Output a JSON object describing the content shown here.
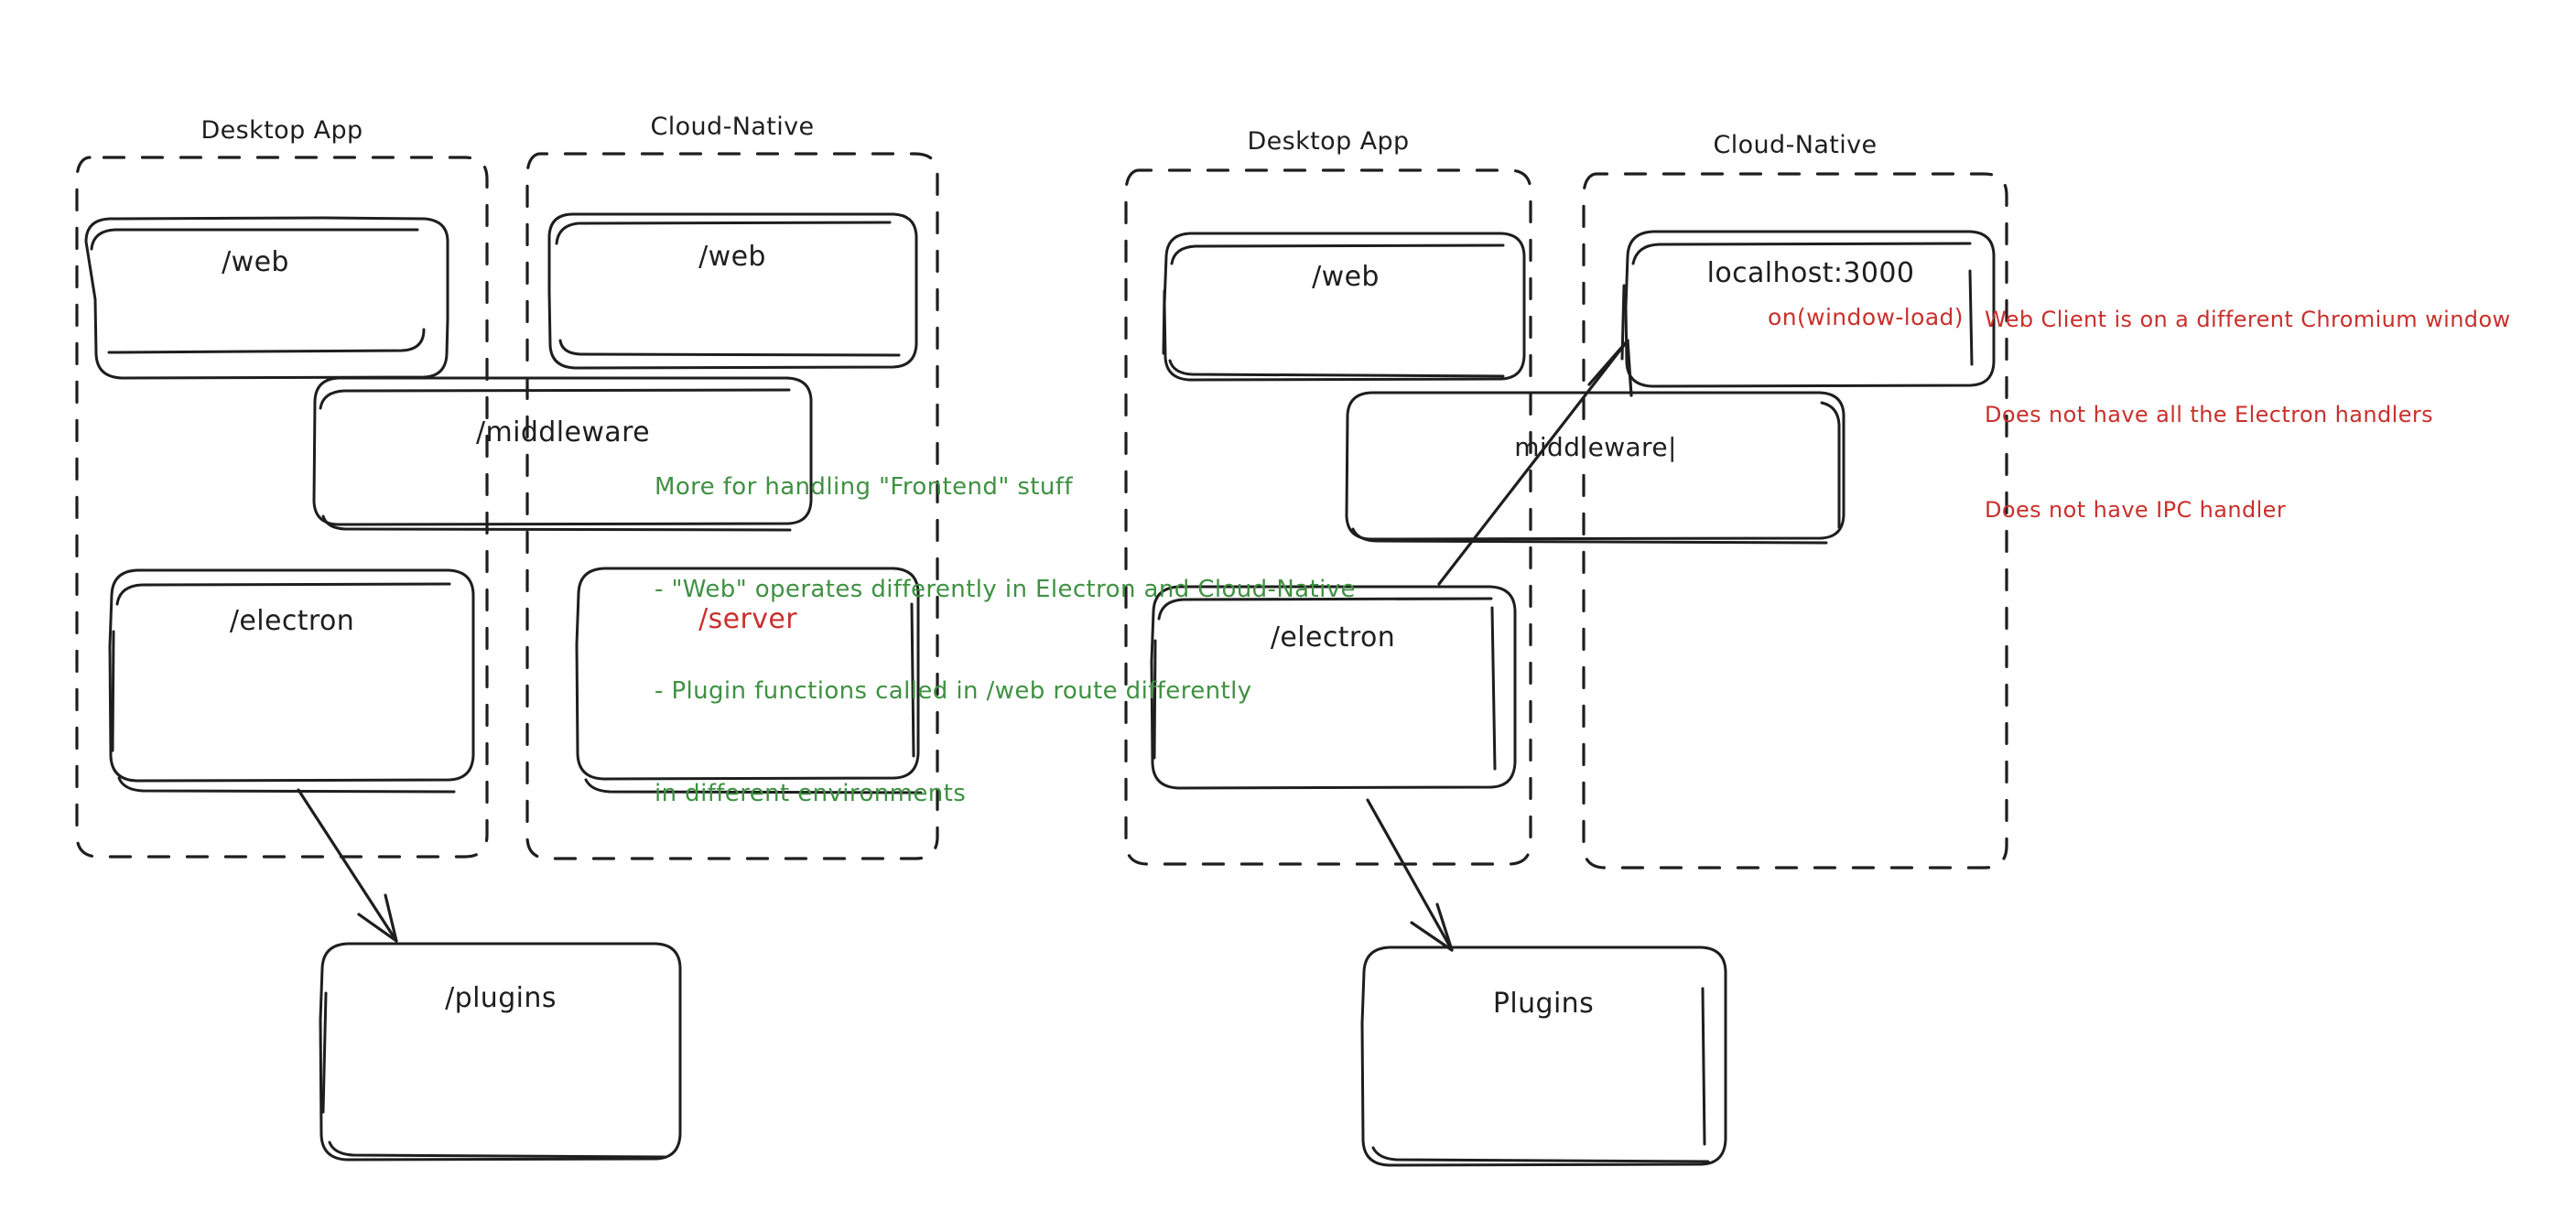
{
  "diagram": {
    "title": "Electron vs Cloud-Native architecture sketch",
    "style": "hand-drawn",
    "colors": {
      "stroke": "#1e1e1e",
      "red": "#c9302c",
      "green": "#3f9142",
      "background": "#ffffff"
    }
  },
  "left_diagram": {
    "groups": [
      {
        "title": "Desktop App"
      },
      {
        "title": "Cloud-Native"
      }
    ],
    "boxes": [
      {
        "label": "/web",
        "color": "#1e1e1e"
      },
      {
        "label": "/web",
        "color": "#1e1e1e"
      },
      {
        "label": "/middleware",
        "color": "#1e1e1e"
      },
      {
        "label": "/electron",
        "color": "#1e1e1e"
      },
      {
        "label": "/server",
        "color": "#c9302c"
      },
      {
        "label": "/plugins",
        "color": "#1e1e1e"
      }
    ],
    "note_green": {
      "lines": [
        "More for handling \"Frontend\" stuff",
        "- \"Web\" operates differently in Electron and Cloud-Native",
        "- Plugin functions called in /web route differently",
        "in different environments"
      ],
      "color": "#3f9142"
    }
  },
  "right_diagram": {
    "groups": [
      {
        "title": "Desktop App"
      },
      {
        "title": "Cloud-Native"
      }
    ],
    "boxes": [
      {
        "label": "/web",
        "color": "#1e1e1e"
      },
      {
        "label": "localhost:3000",
        "color": "#1e1e1e",
        "sub_label": "on(window-load)",
        "sub_color": "#c9302c"
      },
      {
        "label": "middleware|",
        "color": "#1e1e1e"
      },
      {
        "label": "/electron",
        "color": "#1e1e1e"
      },
      {
        "label": "Plugins",
        "color": "#1e1e1e"
      }
    ],
    "note_red": {
      "lines": [
        "Web Client is on a different Chromium window",
        "Does not have all the Electron handlers",
        "Does not have IPC handler"
      ],
      "color": "#c9302c"
    }
  }
}
